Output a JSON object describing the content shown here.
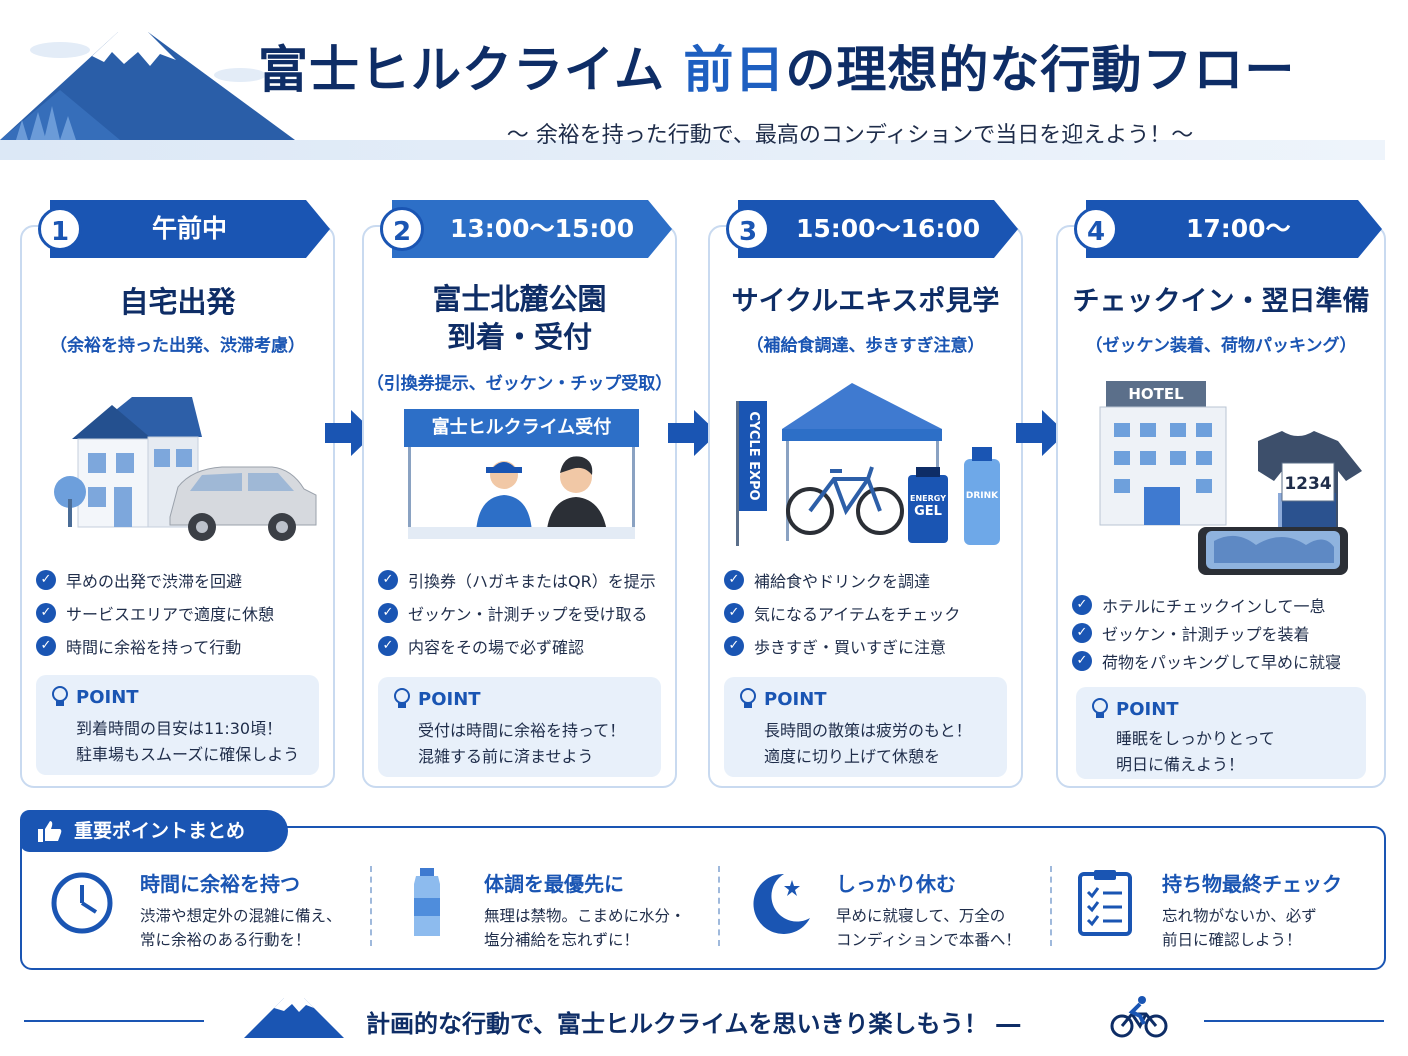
{
  "header": {
    "title_main": "富士ヒルクライム ",
    "title_accent": "前日",
    "title_tail": "の理想的な行動フロー",
    "subtitle": "〜 余裕を持った行動で、最高のコンディションで当日を迎えよう！〜"
  },
  "steps": [
    {
      "num": "1",
      "time": "午前中",
      "title_l1": "自宅出発",
      "title_l2": "",
      "sub": "（余裕を持った出発、渋滞考慮）",
      "checks": [
        "早めの出発で渋滞を回避",
        "サービスエリアで適度に休憩",
        "時間に余裕を持って行動"
      ],
      "point_label": "POINT",
      "point_l1": "到着時間の目安は11:30頃！",
      "point_l2": "駐車場もスムーズに確保しよう"
    },
    {
      "num": "2",
      "time": "13:00〜15:00",
      "title_l1": "富士北麓公園",
      "title_l2": "到着・受付",
      "sub": "（引換券提示、ゼッケン・チップ受取）",
      "sign": "富士ヒルクライム受付",
      "checks": [
        "引換券（ハガキまたはQR）を提示",
        "ゼッケン・計測チップを受け取る",
        "内容をその場で必ず確認"
      ],
      "point_label": "POINT",
      "point_l1": "受付は時間に余裕を持って！",
      "point_l2": "混雑する前に済ませよう"
    },
    {
      "num": "3",
      "time": "15:00〜16:00",
      "title_l1": "サイクルエキスポ見学",
      "title_l2": "",
      "sub": "（補給食調達、歩きすぎ注意）",
      "flag": "CYCLE EXPO",
      "gel_l1": "ENERGY",
      "gel_l2": "GEL",
      "drink": "DRINK",
      "checks": [
        "補給食やドリンクを調達",
        "気になるアイテムをチェック",
        "歩きすぎ・買いすぎに注意"
      ],
      "point_label": "POINT",
      "point_l1": "長時間の散策は疲労のもと！",
      "point_l2": "適度に切り上げて休憩を"
    },
    {
      "num": "4",
      "time": "17:00〜",
      "title_l1": "チェックイン・翌日準備",
      "title_l2": "",
      "sub": "（ゼッケン装着、荷物パッキング）",
      "hotel": "HOTEL",
      "bib_number": "1234",
      "checks": [
        "ホテルにチェックインして一息",
        "ゼッケン・計測チップを装着",
        "荷物をパッキングして早めに就寝"
      ],
      "point_label": "POINT",
      "point_l1": "睡眠をしっかりとって",
      "point_l2": "明日に備えよう！"
    }
  ],
  "summary": {
    "tab_label": "重要ポイントまとめ",
    "items": [
      {
        "icon": "clock-icon",
        "title": "時間に余裕を持つ",
        "l1": "渋滞や想定外の混雑に備え、",
        "l2": "常に余裕のある行動を！"
      },
      {
        "icon": "water-bottle-icon",
        "title": "体調を最優先に",
        "l1": "無理は禁物。こまめに水分・",
        "l2": "塩分補給を忘れずに！"
      },
      {
        "icon": "moon-icon",
        "title": "しっかり休む",
        "l1": "早めに就寝して、万全の",
        "l2": "コンディションで本番へ！"
      },
      {
        "icon": "checklist-icon",
        "title": "持ち物最終チェック",
        "l1": "忘れ物がないか、必ず",
        "l2": "前日に確認しよう！"
      }
    ]
  },
  "footer": {
    "text": "計画的な行動で、富士ヒルクライムを思いきり楽しもう！ ―"
  },
  "colors": {
    "primary": "#1a55b3",
    "navy": "#0e2d66",
    "light": "#e8f0fa"
  }
}
